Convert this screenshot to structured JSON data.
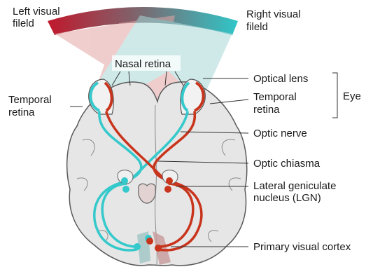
{
  "labels": {
    "left_field_line1": "Left visual",
    "left_field_line2": "fileld",
    "right_field_line1": "Right visual",
    "right_field_line2": "fileld",
    "nasal_retina": "Nasal retina",
    "temporal_retina_left_line1": "Temporal",
    "temporal_retina_left_line2": "retina",
    "optical_lens": "Optical lens",
    "temporal_retina_right_line1": "Temporal",
    "temporal_retina_right_line2": "retina",
    "eye": "Eye",
    "optic_nerve": "Optic nerve",
    "optic_chiasma": "Optic chiasma",
    "lgn_line1": "Lateral geniculate",
    "lgn_line2": "nucleus (LGN)",
    "primary_visual_cortex": "Primary visual cortex"
  },
  "colors": {
    "left_field": "#c0182c",
    "right_field": "#2fc6c8",
    "pathway_red": "#c8341c",
    "pathway_cyan": "#35c9cc",
    "brain_fill": "#e6e6e6",
    "brain_outline": "#5a5a5a",
    "cone_red": "#e6b7b7",
    "cone_cyan": "#bfe3e3"
  }
}
